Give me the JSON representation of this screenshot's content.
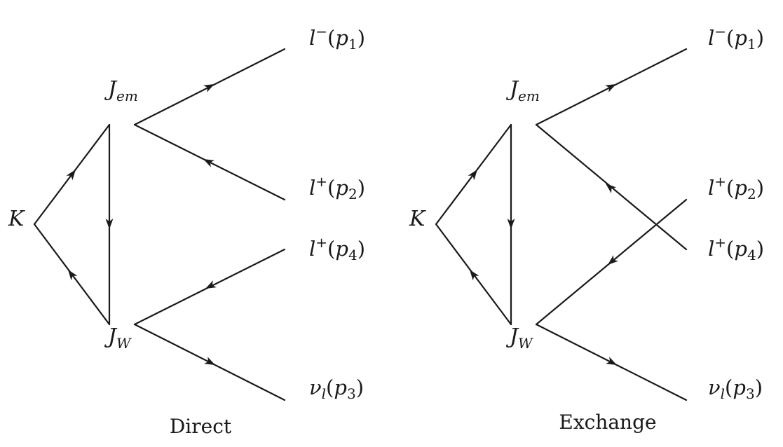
{
  "diagrams": {
    "direct": {
      "caption": "Direct",
      "kaon": "K",
      "em_vertex": {
        "base": "J",
        "sub": "em"
      },
      "w_vertex": {
        "base": "J",
        "sub": "W"
      },
      "lepton_minus_p1": {
        "name": "l",
        "sup": "−",
        "arg": "p",
        "argsub": "1"
      },
      "lepton_plus_p2": {
        "name": "l",
        "sup": "+",
        "arg": "p",
        "argsub": "2"
      },
      "lepton_plus_p4": {
        "name": "l",
        "sup": "+",
        "arg": "p",
        "argsub": "4"
      },
      "neutrino_p3": {
        "name": "ν",
        "sub": "l",
        "arg": "p",
        "argsub": "3"
      }
    },
    "exchange": {
      "caption": "Exchange",
      "kaon": "K",
      "em_vertex": {
        "base": "J",
        "sub": "em"
      },
      "w_vertex": {
        "base": "J",
        "sub": "W"
      },
      "lepton_minus_p1": {
        "name": "l",
        "sup": "−",
        "arg": "p",
        "argsub": "1"
      },
      "lepton_plus_p2": {
        "name": "l",
        "sup": "+",
        "arg": "p",
        "argsub": "2"
      },
      "lepton_plus_p4": {
        "name": "l",
        "sup": "+",
        "arg": "p",
        "argsub": "4"
      },
      "neutrino_p3": {
        "name": "ν",
        "sub": "l",
        "arg": "p",
        "argsub": "3"
      }
    }
  },
  "colors": {
    "ink": "#1a1a1a",
    "background": "#ffffff"
  }
}
